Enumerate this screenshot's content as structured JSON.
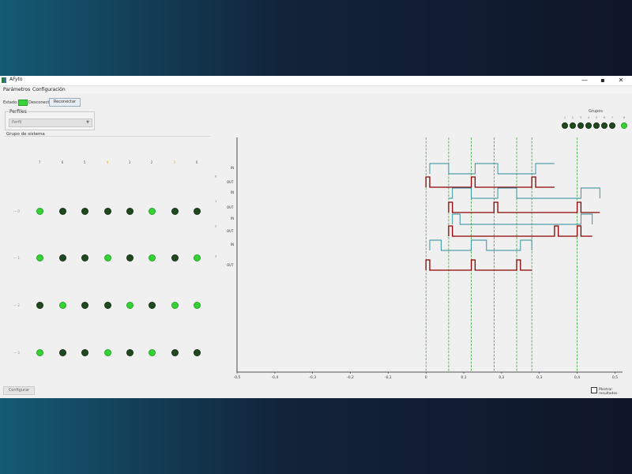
{
  "window": {
    "title": "AFyto",
    "minimize": "—",
    "maximize": "▪",
    "close": "✕"
  },
  "menu": [
    {
      "label": "Parámetros"
    },
    {
      "label": "Configuración"
    }
  ],
  "toolbar": {
    "estado_label": "Estado:",
    "status_text": "Desconectado",
    "button_label": "Reconectar"
  },
  "perfiles": {
    "label": "Perfiles",
    "selected": "Perfil"
  },
  "grupo": {
    "header": "Grupo de sistema",
    "column_labels": [
      "7",
      "6",
      "5",
      "4",
      "3",
      "2",
      "1",
      "0"
    ],
    "column_colors": [
      "#555555",
      "#555555",
      "#555555",
      "#e0a800",
      "#555555",
      "#555555",
      "#e0a800",
      "#555555"
    ],
    "rows": [
      {
        "label": "0",
        "leds": [
          "on",
          "off",
          "off",
          "off",
          "off",
          "on",
          "off",
          "off"
        ]
      },
      {
        "label": "1",
        "leds": [
          "on",
          "off",
          "off",
          "on",
          "off",
          "on",
          "off",
          "on"
        ]
      },
      {
        "label": "2",
        "leds": [
          "off",
          "on",
          "off",
          "off",
          "on",
          "off",
          "on",
          "on"
        ]
      },
      {
        "label": "3",
        "leds": [
          "on",
          "off",
          "off",
          "on",
          "off",
          "on",
          "off",
          "off"
        ]
      }
    ]
  },
  "configurar": {
    "label": "Configurar"
  },
  "grupos": {
    "title": "Grupos",
    "numbers": [
      "1",
      "2",
      "3",
      "4",
      "5",
      "6",
      "7",
      "8"
    ],
    "leds": [
      "off",
      "off",
      "off",
      "off",
      "off",
      "off",
      "off",
      "on"
    ]
  },
  "legend": {
    "label": "Mostrar resultados"
  },
  "colors": {
    "in_signal": "#2a8a9a",
    "out_signal": "#8b0000",
    "marker": "#2a9a2a",
    "led_on": "#35d135",
    "led_off": "#1f4a1f"
  },
  "chart_data": {
    "type": "line",
    "xlim": [
      -0.5,
      0.52
    ],
    "x_ticks": [
      "-0,5",
      "-0,4",
      "-0,3",
      "-0,2",
      "-0,1",
      "0",
      "0,1",
      "0,2",
      "0,3",
      "0,4",
      "0,5"
    ],
    "markers_x": [
      0.0,
      0.06,
      0.12,
      0.18,
      0.24,
      0.28,
      0.4
    ],
    "channels": [
      {
        "id": "0",
        "in_label": "IN",
        "out_label": "OUT",
        "in": [
          [
            0.01,
            0
          ],
          [
            0.01,
            1
          ],
          [
            0.06,
            1
          ],
          [
            0.06,
            0
          ],
          [
            0.13,
            0
          ],
          [
            0.13,
            1
          ],
          [
            0.19,
            1
          ],
          [
            0.19,
            0
          ],
          [
            0.29,
            0
          ],
          [
            0.29,
            1
          ],
          [
            0.34,
            1
          ]
        ],
        "out": [
          [
            0.0,
            0
          ],
          [
            0.0,
            1
          ],
          [
            0.01,
            1
          ],
          [
            0.01,
            0
          ],
          [
            0.12,
            0
          ],
          [
            0.12,
            1
          ],
          [
            0.13,
            1
          ],
          [
            0.13,
            0
          ],
          [
            0.28,
            0
          ],
          [
            0.28,
            1
          ],
          [
            0.29,
            1
          ],
          [
            0.29,
            0
          ],
          [
            0.34,
            0
          ]
        ]
      },
      {
        "id": "1",
        "in_label": "IN",
        "out_label": "OUT",
        "in": [
          [
            0.06,
            0
          ],
          [
            0.07,
            0
          ],
          [
            0.07,
            1
          ],
          [
            0.12,
            1
          ],
          [
            0.12,
            0
          ],
          [
            0.19,
            0
          ],
          [
            0.19,
            1
          ],
          [
            0.24,
            1
          ],
          [
            0.24,
            0
          ],
          [
            0.41,
            0
          ],
          [
            0.41,
            1
          ],
          [
            0.46,
            1
          ],
          [
            0.46,
            0
          ]
        ],
        "out": [
          [
            0.06,
            0
          ],
          [
            0.06,
            1
          ],
          [
            0.07,
            1
          ],
          [
            0.07,
            0
          ],
          [
            0.18,
            0
          ],
          [
            0.18,
            1
          ],
          [
            0.19,
            1
          ],
          [
            0.19,
            0
          ],
          [
            0.4,
            0
          ],
          [
            0.4,
            1
          ],
          [
            0.41,
            1
          ],
          [
            0.41,
            0
          ],
          [
            0.46,
            0
          ]
        ]
      },
      {
        "id": "2",
        "in_label": "IN",
        "out_label": "OUT",
        "in": [
          [
            0.07,
            0
          ],
          [
            0.07,
            1
          ],
          [
            0.09,
            1
          ],
          [
            0.09,
            0
          ],
          [
            0.41,
            0
          ],
          [
            0.41,
            1
          ],
          [
            0.44,
            1
          ],
          [
            0.44,
            0
          ]
        ],
        "out": [
          [
            0.06,
            0
          ],
          [
            0.06,
            1
          ],
          [
            0.07,
            1
          ],
          [
            0.07,
            0
          ],
          [
            0.34,
            0
          ],
          [
            0.34,
            1
          ],
          [
            0.35,
            1
          ],
          [
            0.35,
            0
          ],
          [
            0.4,
            0
          ],
          [
            0.4,
            1
          ],
          [
            0.41,
            1
          ],
          [
            0.41,
            0
          ],
          [
            0.44,
            0
          ]
        ]
      },
      {
        "id": "3",
        "in_label": "IN",
        "out_label": "OUT",
        "in": [
          [
            0.01,
            0
          ],
          [
            0.01,
            1
          ],
          [
            0.04,
            1
          ],
          [
            0.04,
            0
          ],
          [
            0.12,
            0
          ],
          [
            0.12,
            1
          ],
          [
            0.16,
            1
          ],
          [
            0.16,
            0
          ],
          [
            0.25,
            0
          ],
          [
            0.25,
            1
          ],
          [
            0.28,
            1
          ],
          [
            0.28,
            0
          ]
        ],
        "out": [
          [
            0.0,
            0
          ],
          [
            0.0,
            1
          ],
          [
            0.01,
            1
          ],
          [
            0.01,
            0
          ],
          [
            0.12,
            0
          ],
          [
            0.12,
            1
          ],
          [
            0.13,
            1
          ],
          [
            0.13,
            0
          ],
          [
            0.24,
            0
          ],
          [
            0.24,
            1
          ],
          [
            0.25,
            1
          ],
          [
            0.25,
            0
          ],
          [
            0.28,
            0
          ]
        ]
      }
    ]
  }
}
